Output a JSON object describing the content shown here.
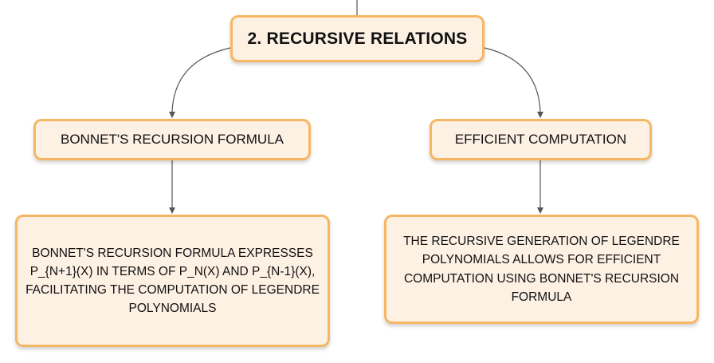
{
  "diagram": {
    "root": {
      "label": "2. RECURSIVE RELATIONS"
    },
    "branches": [
      {
        "title": "BONNET'S RECURSION FORMULA",
        "detail": "BONNET'S RECURSION FORMULA EXPRESSES P_{N+1}(X) IN TERMS OF P_N(X) AND P_{N-1}(X), FACILITATING THE COMPUTATION OF LEGENDRE POLYNOMIALS"
      },
      {
        "title": "EFFICIENT COMPUTATION",
        "detail": "THE RECURSIVE GENERATION OF LEGENDRE POLYNOMIALS ALLOWS FOR EFFICIENT COMPUTATION USING BONNET'S RECURSION FORMULA"
      }
    ],
    "colors": {
      "node_fill": "#fdf1e4",
      "node_border": "#f5b764",
      "connector": "#555555",
      "text": "#111111"
    }
  }
}
